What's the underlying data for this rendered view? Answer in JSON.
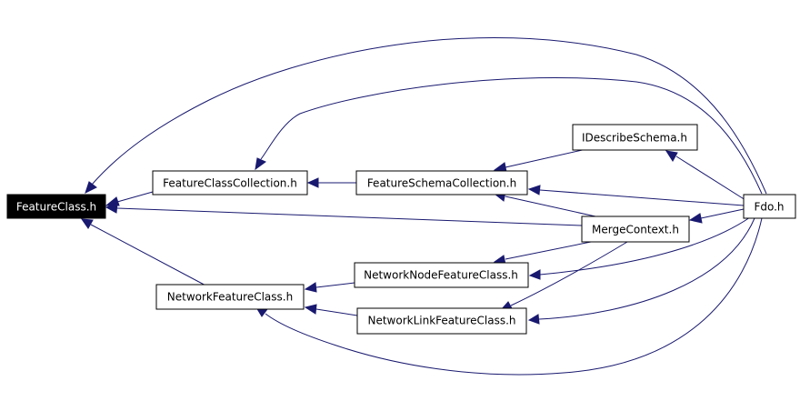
{
  "diagram": {
    "edge_color": "#191970",
    "root_fill": "#000000",
    "root_text_color": "#ffffff",
    "nodes": {
      "featureclass": {
        "label": "FeatureClass.h",
        "root": true
      },
      "featureclasscollection": {
        "label": "FeatureClassCollection.h"
      },
      "featureschemacollection": {
        "label": "FeatureSchemaCollection.h"
      },
      "idescribeschema": {
        "label": "IDescribeSchema.h"
      },
      "fdo": {
        "label": "Fdo.h"
      },
      "mergecontext": {
        "label": "MergeContext.h"
      },
      "networknodefeatureclass": {
        "label": "NetworkNodeFeatureClass.h"
      },
      "networkfeatureclass": {
        "label": "NetworkFeatureClass.h"
      },
      "networklinkfeatureclass": {
        "label": "NetworkLinkFeatureClass.h"
      }
    },
    "edges": [
      {
        "from": "featureclasscollection",
        "to": "featureclass"
      },
      {
        "from": "featureschemacollection",
        "to": "featureclasscollection"
      },
      {
        "from": "idescribeschema",
        "to": "featureschemacollection"
      },
      {
        "from": "fdo",
        "to": "idescribeschema"
      },
      {
        "from": "fdo",
        "to": "featureschemacollection"
      },
      {
        "from": "fdo",
        "to": "mergecontext"
      },
      {
        "from": "fdo",
        "to": "featureclass"
      },
      {
        "from": "fdo",
        "to": "featureclasscollection"
      },
      {
        "from": "fdo",
        "to": "networknodefeatureclass"
      },
      {
        "from": "fdo",
        "to": "networklinkfeatureclass"
      },
      {
        "from": "fdo",
        "to": "networkfeatureclass"
      },
      {
        "from": "mergecontext",
        "to": "featureclass"
      },
      {
        "from": "mergecontext",
        "to": "featureschemacollection"
      },
      {
        "from": "mergecontext",
        "to": "networknodefeatureclass"
      },
      {
        "from": "mergecontext",
        "to": "networklinkfeatureclass"
      },
      {
        "from": "networknodefeatureclass",
        "to": "networkfeatureclass"
      },
      {
        "from": "networklinkfeatureclass",
        "to": "networkfeatureclass"
      },
      {
        "from": "networkfeatureclass",
        "to": "featureclass"
      }
    ]
  }
}
